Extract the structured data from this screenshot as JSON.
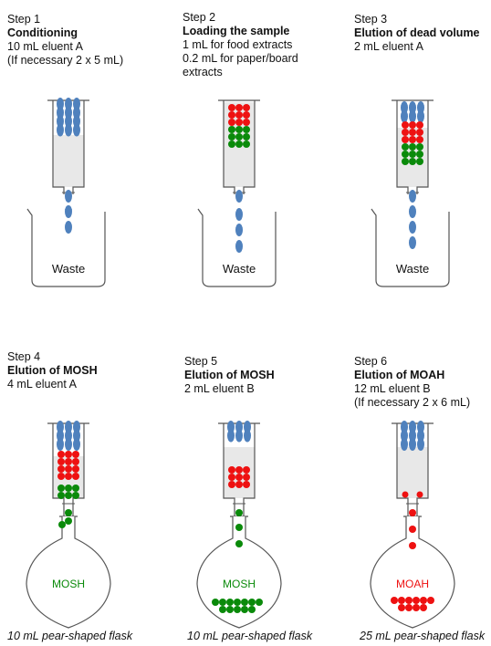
{
  "steps": [
    {
      "label": "Step 1",
      "title": "Conditioning",
      "lines": [
        "10 mL eluent A",
        "(If necessary 2 x 5 mL)"
      ],
      "vessel": "Waste"
    },
    {
      "label": "Step 2",
      "title": "Loading the sample",
      "lines": [
        "1 mL for food extracts",
        "0.2 mL for paper/board",
        "extracts"
      ],
      "vessel": "Waste"
    },
    {
      "label": "Step 3",
      "title": "Elution of dead volume",
      "lines": [
        "2 mL eluent A"
      ],
      "vessel": "Waste"
    },
    {
      "label": "Step 4",
      "title": "Elution of MOSH",
      "lines": [
        "4 mL eluent A"
      ],
      "vessel": "MOSH",
      "caption": "10 mL pear-shaped flask"
    },
    {
      "label": "Step 5",
      "title": "Elution of MOSH",
      "lines": [
        "2 mL eluent B"
      ],
      "vessel": "MOSH",
      "caption": "10 mL pear-shaped flask"
    },
    {
      "label": "Step 6",
      "title": "Elution of MOAH",
      "lines": [
        "12 mL eluent B",
        "(If necessary 2 x 6 mL)"
      ],
      "vessel": "MOAH",
      "caption": "25 mL pear-shaped flask"
    }
  ],
  "colors": {
    "eluent": "#4f81bd",
    "mosh": "#0a8a0a",
    "moah": "#ee1111",
    "column_fill": "#e8e8e8",
    "outline": "#555555"
  }
}
